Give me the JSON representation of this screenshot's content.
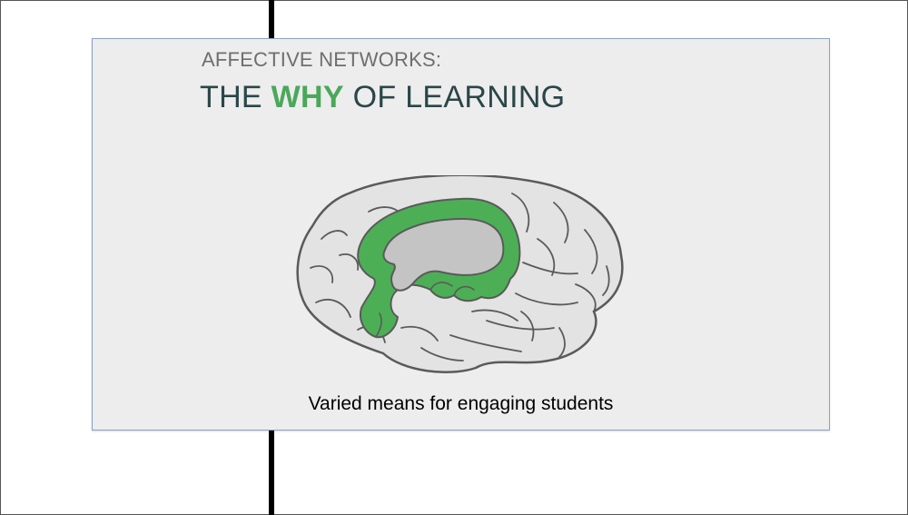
{
  "slide": {
    "kicker": "AFFECTIVE NETWORKS:",
    "title_prefix": "THE ",
    "title_highlight": "WHY",
    "title_suffix": " OF LEARNING",
    "caption": "Varied means for engaging students"
  },
  "colors": {
    "highlight": "#4aa85a",
    "title_text": "#2a4648",
    "kicker_text": "#6e6e6e",
    "slide_background": "#ededed",
    "slide_border": "#8aa3c6",
    "brain_fill": "#e3e3e3",
    "brain_outline": "#5a5a5a",
    "limbic_region": "#4caf55",
    "inner_region": "#c4c4c4"
  },
  "illustration": {
    "icon": "brain-icon"
  }
}
